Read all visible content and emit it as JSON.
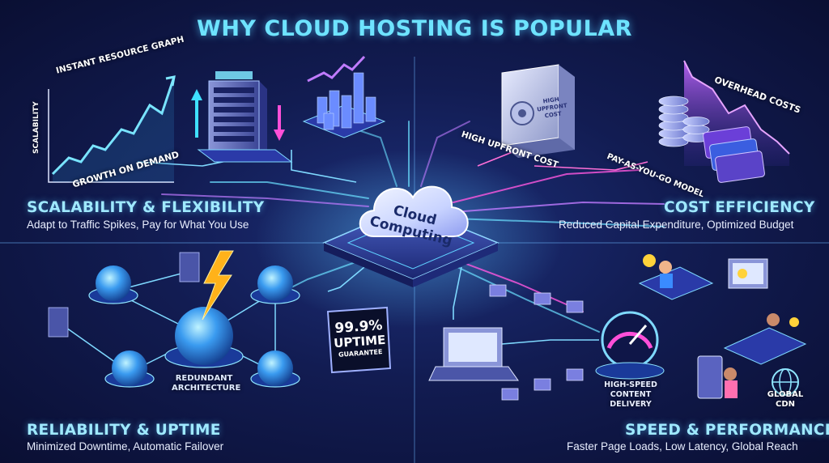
{
  "title": "WHY CLOUD HOSTING IS POPULAR",
  "center": {
    "line1": "Cloud",
    "line2": "Computing"
  },
  "scalability": {
    "title": "SCALABILITY & FLEXIBILITY",
    "subtitle": "Adapt to Traffic Spikes, Pay for What You Use",
    "graph_label": "INSTANT RESOURCE GRAPH",
    "axis_label": "SCALABILITY",
    "growth_label": "GROWTH ON DEMAND"
  },
  "cost": {
    "title": "COST EFFICIENCY",
    "subtitle": "Reduced Capital Expenditure, Optimized Budget",
    "upfront_label": "HIGH UPFRONT COST",
    "safe_line1": "HIGH",
    "safe_line2": "UPFRONT",
    "safe_line3": "COST",
    "overhead_label": "OVERHEAD COSTS",
    "payg_label": "PAY-AS-YOU-GO MODEL"
  },
  "reliability": {
    "title": "RELIABILITY & UPTIME",
    "subtitle": "Minimized Downtime, Automatic Failover",
    "redundant_line1": "REDUNDANT",
    "redundant_line2": "ARCHITECTURE",
    "uptime_value": "99.9%",
    "uptime_word": "UPTIME",
    "uptime_guarantee": "GUARANTEE"
  },
  "speed": {
    "title": "SPEED & PERFORMANCE",
    "subtitle": "Faster Page Loads, Low Latency, Global Reach",
    "delivery_line1": "HIGH-SPEED",
    "delivery_line2": "CONTENT",
    "delivery_line3": "DELIVERY",
    "cdn_line1": "GLOBAL",
    "cdn_line2": "CDN"
  },
  "colors": {
    "accent_cyan": "#6ee3ff",
    "accent_purple": "#b06bff",
    "accent_pink": "#ff4fd8",
    "bolt": "#ffb21a"
  }
}
